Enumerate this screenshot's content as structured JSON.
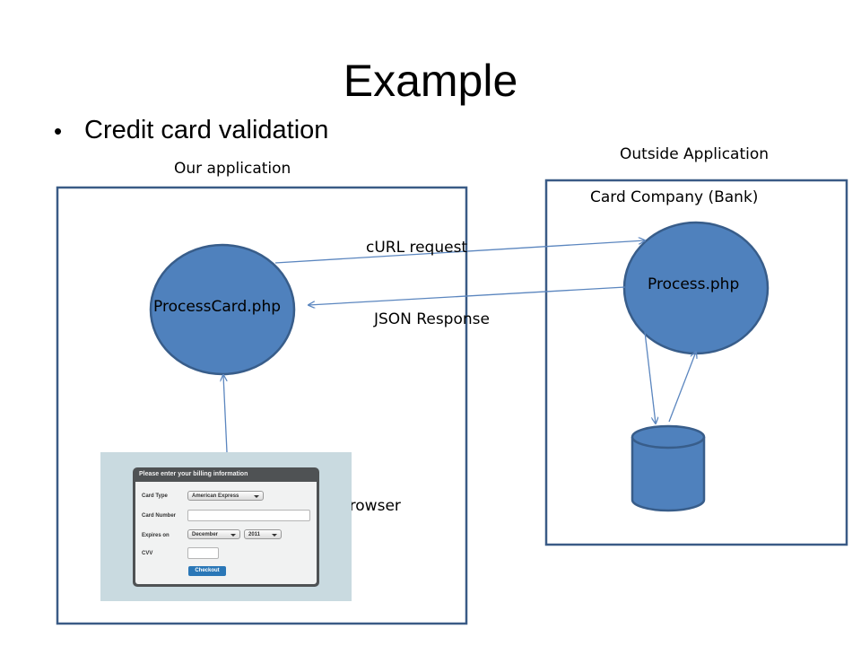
{
  "slide": {
    "title": "Example",
    "bullet": "Credit card validation"
  },
  "labels": {
    "our_application": "Our application",
    "outside_application": "Outside Application",
    "card_company": "Card Company (Bank)",
    "process_card": "ProcessCard.php",
    "process": "Process.php",
    "curl_request": "cURL request",
    "json_response": "JSON Response",
    "browser": "Browser"
  },
  "billing_form": {
    "header": "Please enter your billing information",
    "card_type_label": "Card Type",
    "card_type_value": "American Express",
    "card_number_label": "Card Number",
    "expires_label": "Expires on",
    "expires_month": "December",
    "expires_year": "2011",
    "cvv_label": "CVV",
    "checkout_label": "Checkout"
  },
  "colors": {
    "node_fill": "#4f81bd",
    "node_stroke": "#385d8a",
    "box_stroke": "#3a5b86",
    "arrow": "#5b86bf"
  }
}
